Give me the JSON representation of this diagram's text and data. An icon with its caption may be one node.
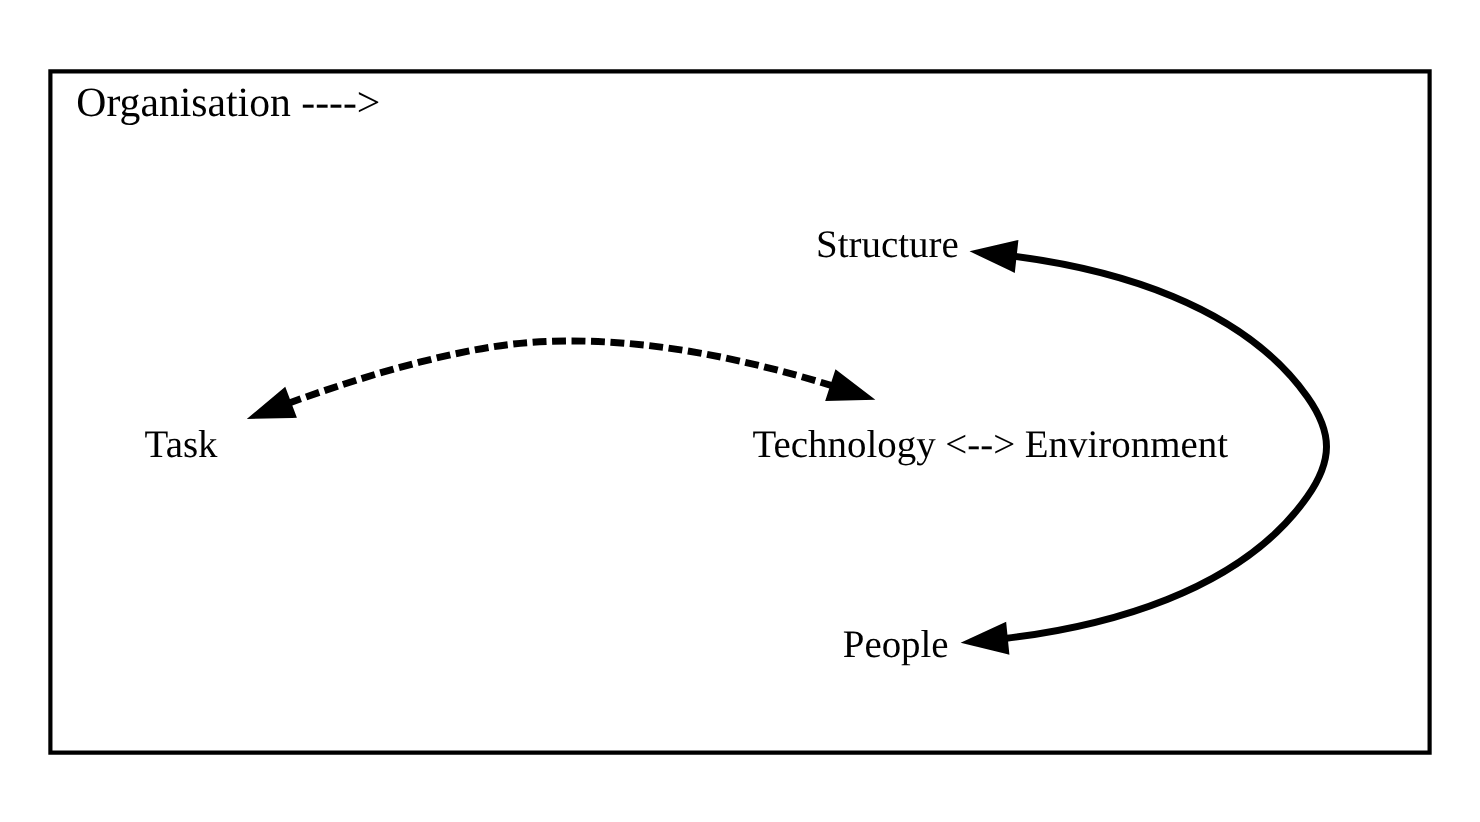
{
  "diagram": {
    "nodes": [
      {
        "text": [
          "Organisation ---->"
        ]
      },
      {
        "text": [
          "Structure"
        ],
        "in": 0
      },
      {
        "text": [
          "Task"
        ],
        "in": 0
      },
      {
        "text": [
          "Technology <--> Environment"
        ],
        "in": 0
      },
      {
        "text": [
          "People"
        ],
        "in": 0
      }
    ],
    "edges": [
      {
        "from": 1,
        "to": 4,
        "arrow": "both"
      },
      {
        "from": 2,
        "to": 3,
        "arrow": "both",
        "style": "dashed"
      }
    ]
  }
}
